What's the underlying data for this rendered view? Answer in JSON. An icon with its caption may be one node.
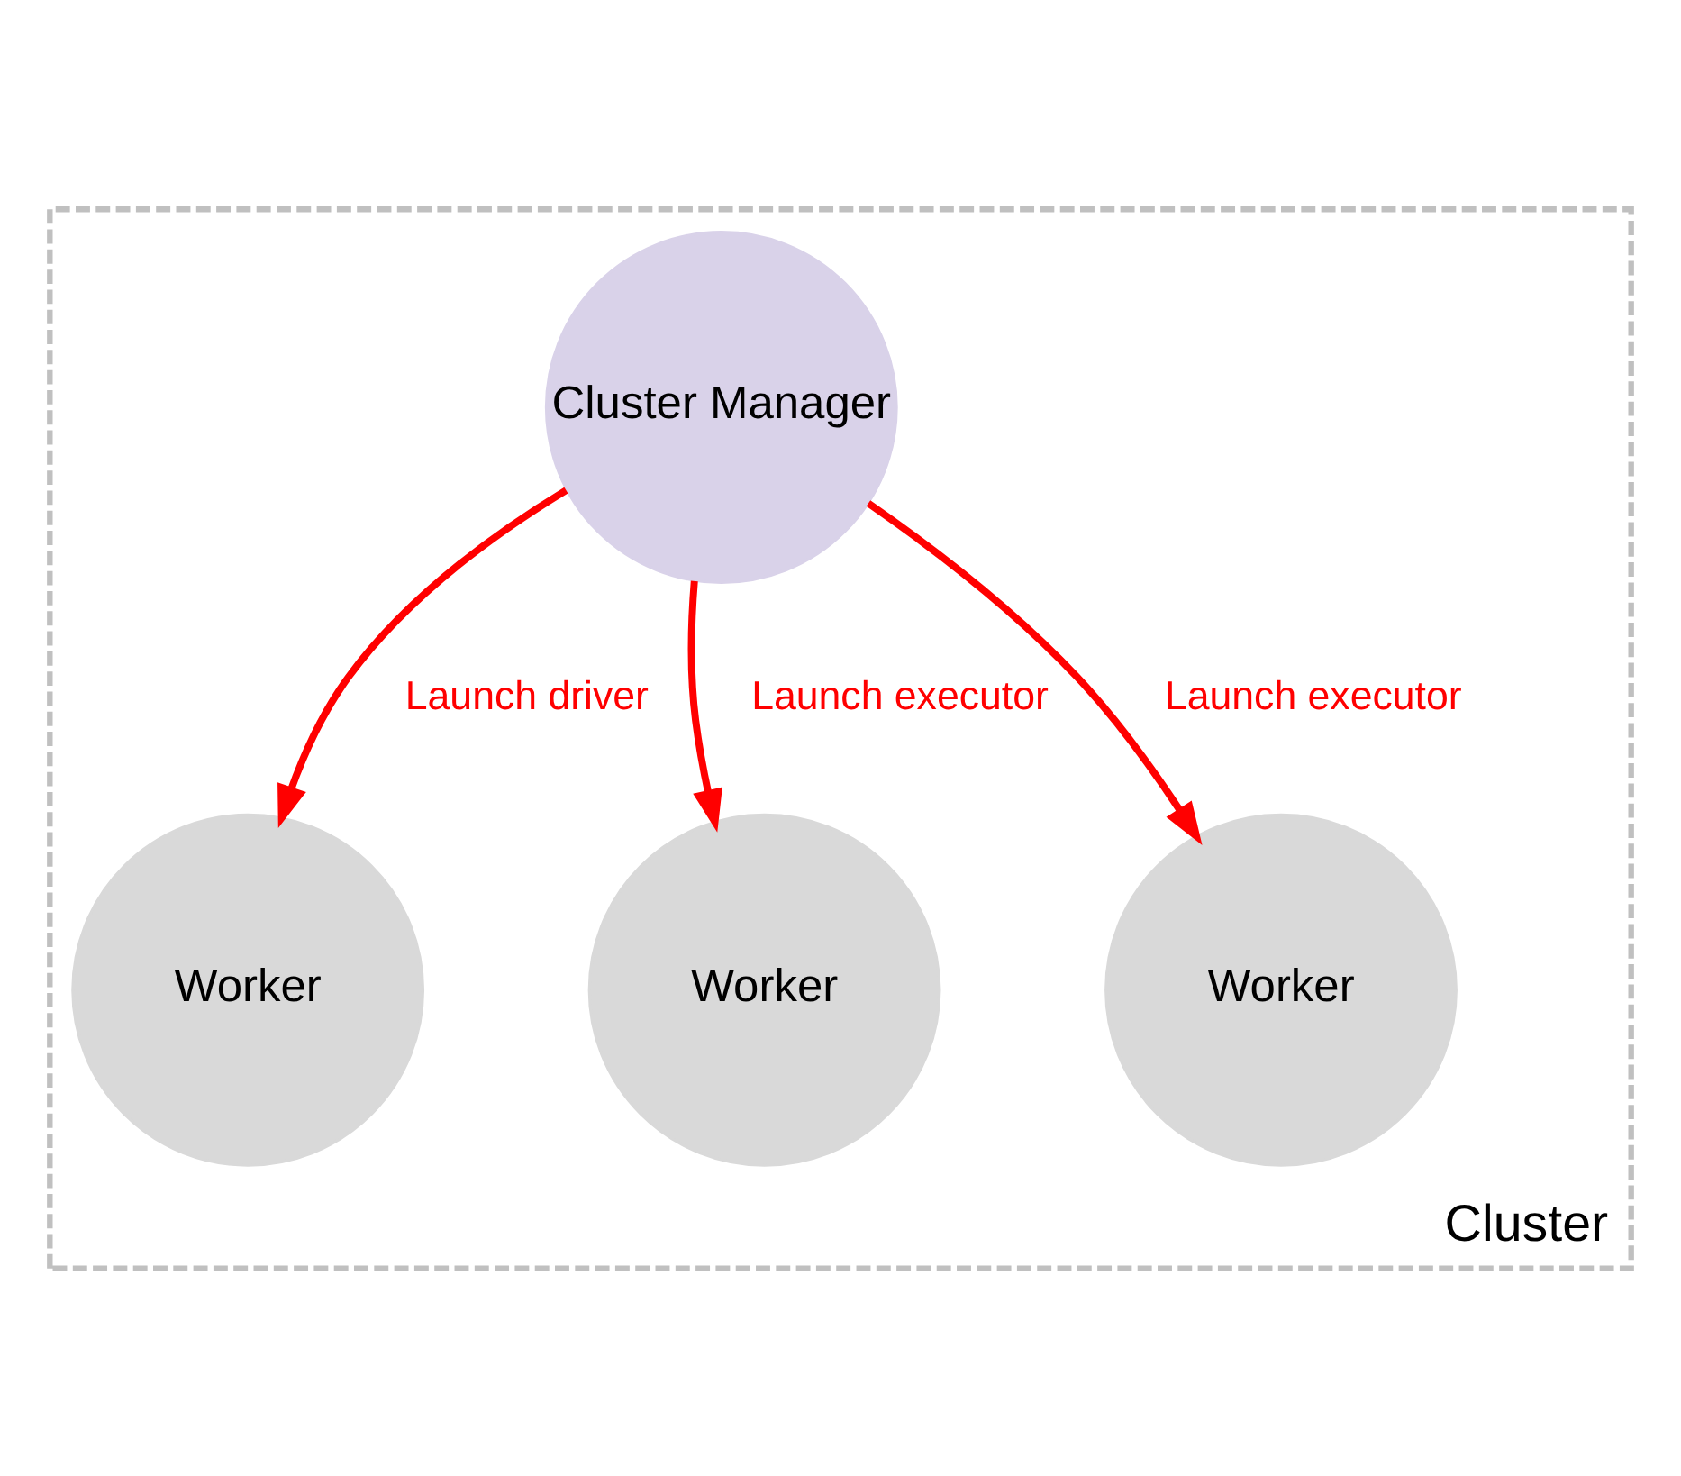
{
  "diagram": {
    "nodes": [
      {
        "text": [
          "Cluster"
        ]
      },
      {
        "text": [
          "Cluster Manager"
        ],
        "in": 0
      },
      {
        "text": [
          "Worker"
        ],
        "in": 0
      },
      {
        "text": [
          "Worker"
        ],
        "in": 0
      },
      {
        "text": [
          "Worker"
        ],
        "in": 0
      }
    ],
    "edges": [
      {
        "from": 1,
        "to": 2,
        "arrow": "to",
        "label": "Launch driver"
      },
      {
        "from": 1,
        "to": 3,
        "arrow": "to",
        "label": "Launch executor"
      },
      {
        "from": 1,
        "to": 4,
        "arrow": "to",
        "label": "Launch executor"
      }
    ]
  }
}
